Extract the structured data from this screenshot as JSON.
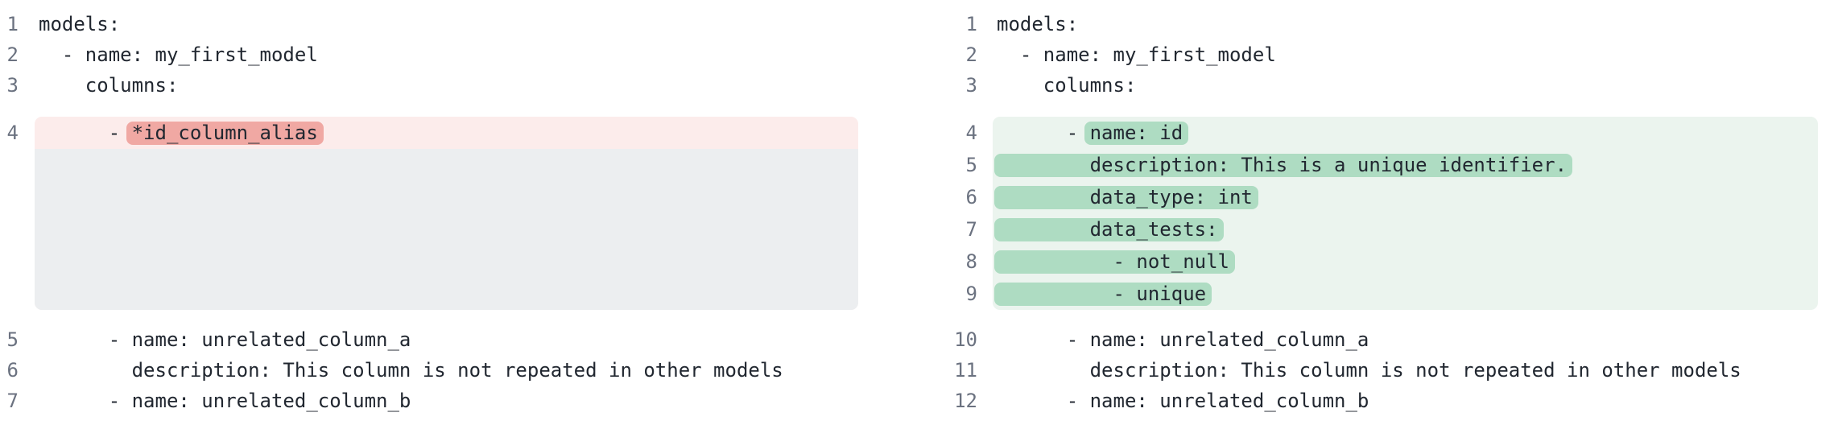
{
  "app": {
    "description": "Side-by-side YAML diff comparing two dbt model schema files"
  },
  "colors": {
    "page_bg": "#ffffff",
    "code_text": "#212730",
    "line_number": "#6b7280",
    "removed_line_bg": "#fceceb",
    "removed_token_bg": "#f0a8a3",
    "collapsed_placeholder_bg": "#eceef0",
    "added_line_bg": "#ebf4ee",
    "added_token_bg": "#aedcc2"
  },
  "left_panel": {
    "role": "before",
    "lines_before_hunk": [
      {
        "num": "1",
        "text": "models:"
      },
      {
        "num": "2",
        "text": "  - name: my_first_model"
      },
      {
        "num": "3",
        "text": "    columns:"
      }
    ],
    "hunk": {
      "kind": "removed",
      "lines": [
        {
          "num": "4",
          "prefix": "      - ",
          "token": "*id_column_alias"
        }
      ],
      "placeholder_rows": 5
    },
    "lines_after_hunk": [
      {
        "num": "5",
        "text": "      - name: unrelated_column_a"
      },
      {
        "num": "6",
        "text": "        description: This column is not repeated in other models"
      },
      {
        "num": "7",
        "text": "      - name: unrelated_column_b"
      }
    ]
  },
  "right_panel": {
    "role": "after",
    "lines_before_hunk": [
      {
        "num": "1",
        "text": "models:"
      },
      {
        "num": "2",
        "text": "  - name: my_first_model"
      },
      {
        "num": "3",
        "text": "    columns:"
      }
    ],
    "hunk": {
      "kind": "added",
      "lines": [
        {
          "num": "4",
          "prefix": "      - ",
          "token": "name: id"
        },
        {
          "num": "5",
          "full_token": "        description: This is a unique identifier."
        },
        {
          "num": "6",
          "full_token": "        data_type: int"
        },
        {
          "num": "7",
          "full_token": "        data_tests:"
        },
        {
          "num": "8",
          "full_token": "          - not_null"
        },
        {
          "num": "9",
          "full_token": "          - unique"
        }
      ],
      "placeholder_rows": 0
    },
    "lines_after_hunk": [
      {
        "num": "10",
        "text": "      - name: unrelated_column_a"
      },
      {
        "num": "11",
        "text": "        description: This column is not repeated in other models"
      },
      {
        "num": "12",
        "text": "      - name: unrelated_column_b"
      }
    ]
  }
}
